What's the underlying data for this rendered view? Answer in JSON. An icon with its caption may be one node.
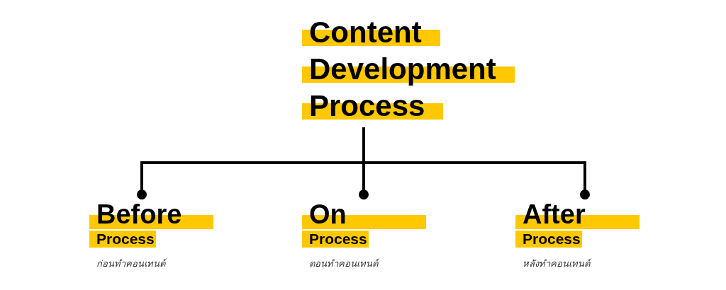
{
  "diagram": {
    "nodes": [
      {
        "text": [
          "Content Development Process"
        ]
      },
      {
        "text": [
          "Before",
          "Process"
        ],
        "beside": [
          "ก่อนทำคอนเทนต์"
        ]
      },
      {
        "text": [
          "On",
          "Process"
        ],
        "beside": [
          "ตอนทำคอนเทนต์"
        ]
      },
      {
        "text": [
          "After",
          "Process"
        ],
        "beside": [
          "หลังทำคอนเทนต์"
        ]
      }
    ],
    "edges": [
      {
        "from": 0,
        "to": 1,
        "arrow": "other"
      },
      {
        "from": 0,
        "to": 2,
        "arrow": "other"
      },
      {
        "from": 0,
        "to": 3,
        "arrow": "other"
      }
    ]
  }
}
